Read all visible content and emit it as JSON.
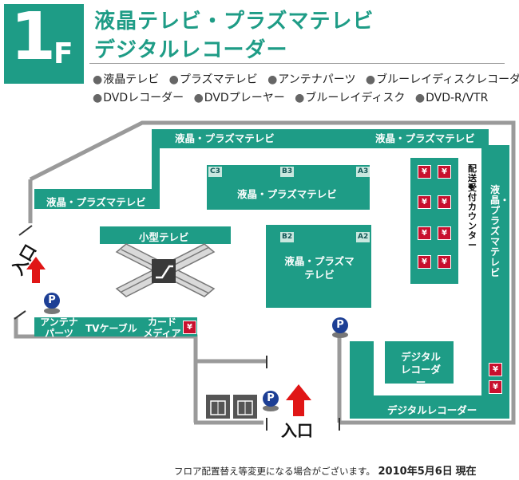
{
  "floor": {
    "number": "1",
    "suffix": "F"
  },
  "title_lines": [
    "液晶テレビ・プラズマテレビ",
    "デジタルレコーダー"
  ],
  "categories": [
    [
      "液晶テレビ",
      "プラズマテレビ",
      "アンテナパーツ",
      "ブルーレイディスクレコーダー"
    ],
    [
      "DVDレコーダー",
      "DVDプレーヤー",
      "ブルーレイディスク",
      "DVD-R/VTR"
    ]
  ],
  "map": {
    "zones": {
      "top_left": "液晶・プラズマテレビ",
      "top_right": "液晶・プラズマテレビ",
      "left": "液晶・プラズマテレビ",
      "center": "液晶・プラズマテレビ",
      "small_tv": "小型テレビ",
      "center_lower": "液晶・プラズマ\nテレビ",
      "right_vertical": "液晶・プラズマテレビ",
      "digital_box": "デジタル\nレコーダー",
      "digital_bottom": "デジタルレコーダー",
      "antenna": "アンテナ\nパーツ",
      "cable": "TVケーブル",
      "card": "カード\nメディア"
    },
    "tags": {
      "c3": "C3",
      "b3": "B3",
      "a3": "A3",
      "b2": "B2",
      "a2": "A2"
    },
    "counter": "配送受付カウンター",
    "yen_symbol": "¥",
    "parking_symbol": "P",
    "entrance_left": "入口",
    "entrance_bottom": "入口"
  },
  "footer": {
    "notice": "フロア配置替え等変更になる場合がございます。",
    "date": "2010年5月6日",
    "status": "現在"
  },
  "colors": {
    "zone": "#1e9c86",
    "wall": "#9a9a9a",
    "yen": "#c8102e",
    "parking": "#1d3f95",
    "arrow": "#e01616"
  }
}
